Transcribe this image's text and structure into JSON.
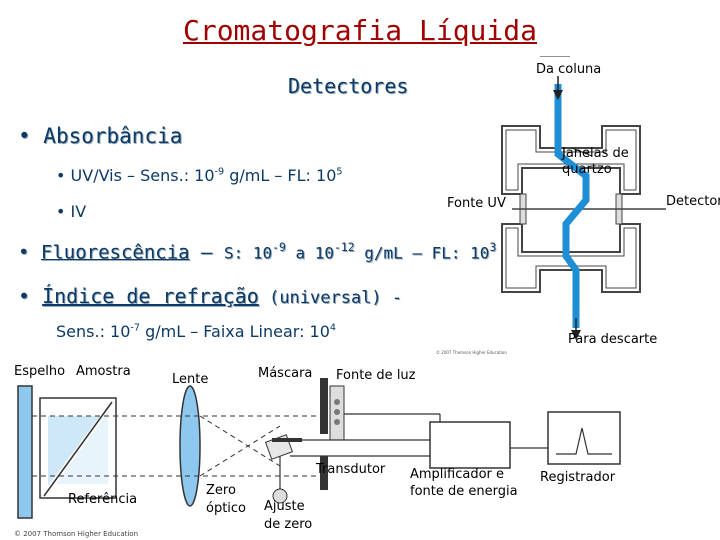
{
  "title": "Cromatografia Líquida",
  "subtitle": "Detectores",
  "bullets": {
    "b1": "Absorbância",
    "s1_prefix": "UV/Vis – Sens.: 10",
    "s1_exp1": "-9",
    "s1_mid": " g/mL – FL: 10",
    "s1_exp2": "5",
    "s2": "IV",
    "b2_head": "Fluorescência",
    "b2_dash": " – ",
    "b2_prefix": "S: 10",
    "b2_exp1": "-9",
    "b2_mid": " a 10",
    "b2_exp2": "-12",
    "b2_mid2": " g/mL – FL: 10",
    "b2_exp3": "3",
    "b3_head": "Índice de refração",
    "b3_tail": " (universal) -",
    "b3_sens_prefix": "Sens.: 10",
    "b3_sens_exp": "-7",
    "b3_sens_mid": " g/mL – Faixa Linear: 10",
    "b3_sens_exp2": "4"
  },
  "uv_diagram": {
    "from_column": "Da coluna",
    "windows": "Janelas de\nquartzo",
    "windows_l1": "Janelas de",
    "windows_l2": "quartzo",
    "uv_source": "Fonte UV",
    "detector": "Detector",
    "to_waste": "Para descarte",
    "credit": "© 2007 Thomson Higher Education"
  },
  "ri_diagram": {
    "mirror": "Espelho",
    "sample": "Amostra",
    "lens": "Lente",
    "mask": "Máscara",
    "light_source": "Fonte de luz",
    "transducer": "Transdutor",
    "amplifier_l1": "Amplificador e",
    "amplifier_l2": "fonte de energia",
    "recorder": "Registrador",
    "reference": "Referência",
    "optical_zero_l1": "Zero",
    "optical_zero_l2": "óptico",
    "zero_adjust_l1": "Ajuste",
    "zero_adjust_l2": "de zero",
    "credit": "© 2007 Thomson Higher Education"
  },
  "colors": {
    "title": "#a00000",
    "text": "#0c3a66",
    "flow": "#1e8fd6"
  }
}
